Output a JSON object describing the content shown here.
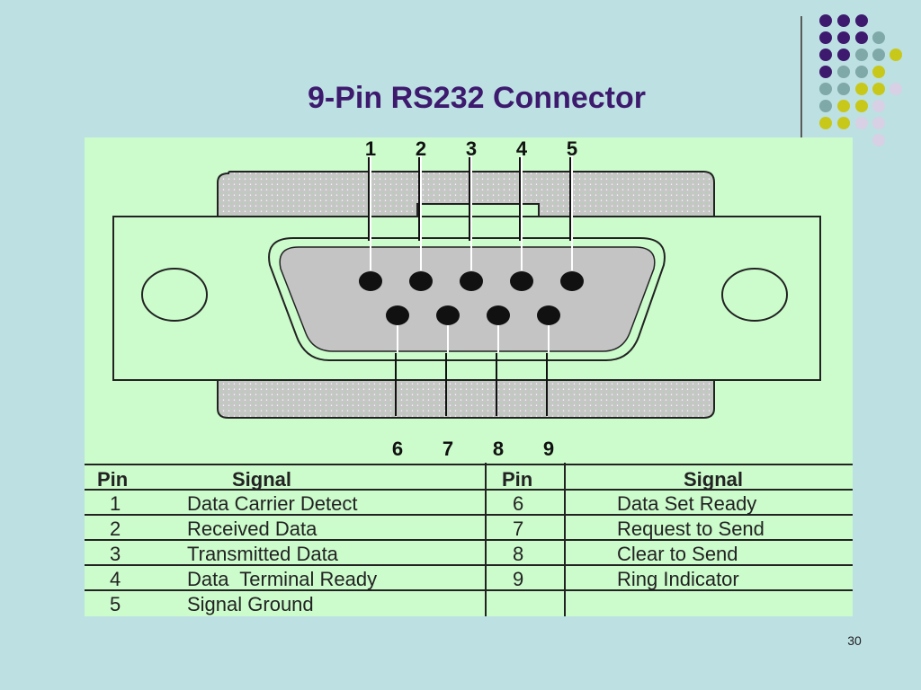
{
  "slide": {
    "title": "9-Pin RS232 Connector",
    "page_number": "30",
    "colors": {
      "background": "#bde0e3",
      "title": "#3d1a6e",
      "panel": "#ccfccc",
      "dot_purple": "#3d1a6e",
      "dot_teal": "#7fa8a8",
      "dot_yellow": "#c8c81a",
      "dot_lavender": "#d8d0e4"
    }
  },
  "diagram": {
    "top_pin_numbers": [
      "1",
      "2",
      "3",
      "4",
      "5"
    ],
    "bottom_pin_numbers": [
      "6",
      "7",
      "8",
      "9"
    ]
  },
  "pin_table": {
    "headers": {
      "left_pin": "Pin",
      "left_signal": "Signal",
      "right_pin": "Pin",
      "right_signal": "Signal"
    },
    "left_rows": [
      {
        "pin": "1",
        "signal": "Data Carrier Detect"
      },
      {
        "pin": "2",
        "signal": "Received Data"
      },
      {
        "pin": "3",
        "signal": "Transmitted Data"
      },
      {
        "pin": "4",
        "signal": "Data  Terminal Ready"
      },
      {
        "pin": "5",
        "signal": "Signal Ground"
      }
    ],
    "right_rows": [
      {
        "pin": "6",
        "signal": "Data Set Ready"
      },
      {
        "pin": "7",
        "signal": "Request to Send"
      },
      {
        "pin": "8",
        "signal": "Clear to Send"
      },
      {
        "pin": "9",
        "signal": "Ring Indicator"
      }
    ]
  }
}
